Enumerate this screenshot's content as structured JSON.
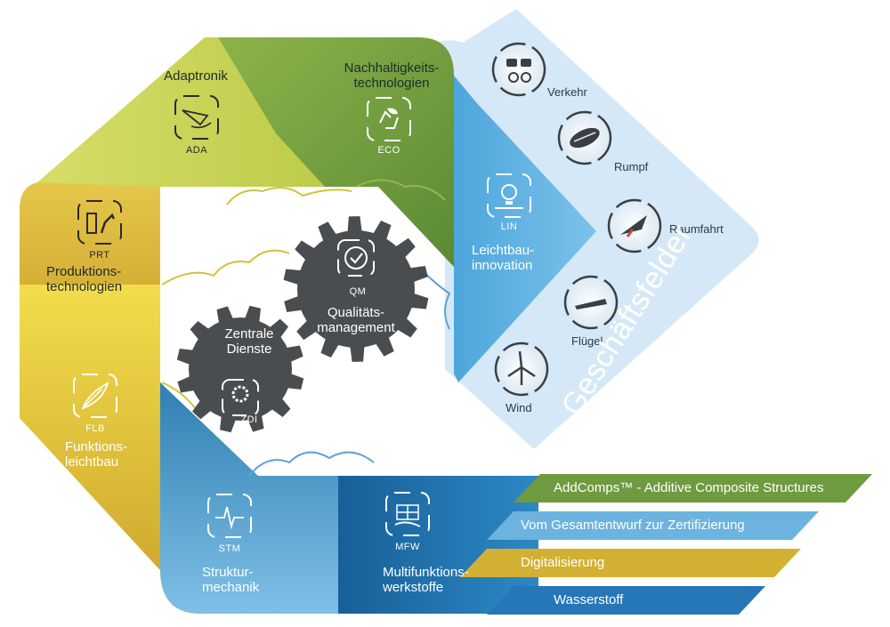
{
  "segments": {
    "ada": {
      "title": "Adaptronik",
      "code": "ADA",
      "icon": "wing-morphing-icon"
    },
    "eco": {
      "title_line1": "Nachhaltigkeits-",
      "title_line2": "technologien",
      "code": "ECO",
      "icon": "recycle-leaf-icon"
    },
    "prt": {
      "title_line1": "Produktions-",
      "title_line2": "technologien",
      "code": "PRT",
      "icon": "robot-arm-icon"
    },
    "flb": {
      "title_line1": "Funktions-",
      "title_line2": "leichtbau",
      "code": "FLB",
      "icon": "feather-icon"
    },
    "stm": {
      "title_line1": "Struktur-",
      "title_line2": "mechanik",
      "code": "STM",
      "icon": "signal-graph-icon"
    },
    "mfw": {
      "title_line1": "Multifunktions-",
      "title_line2": "werkstoffe",
      "code": "MFW",
      "icon": "material-hand-icon"
    },
    "lin": {
      "title_line1": "Leichtbau-",
      "title_line2": "innovation",
      "code": "LIN",
      "icon": "lightbulb-icon"
    }
  },
  "gears": {
    "qm": {
      "code": "QM",
      "title_line1": "Qualitäts-",
      "title_line2": "management",
      "icon": "quality-check-icon"
    },
    "zdi": {
      "title_line1": "Zentrale",
      "title_line2": "Dienste",
      "code": "ZDI",
      "icon": "service-gear-icon"
    }
  },
  "geschaeftsfelder": {
    "title": "Geschäftsfelder",
    "items": [
      {
        "label": "Verkehr",
        "icon": "transport-icon"
      },
      {
        "label": "Rumpf",
        "icon": "fuselage-icon"
      },
      {
        "label": "Raumfahrt",
        "icon": "rocket-icon"
      },
      {
        "label": "Flügel",
        "icon": "wing-icon"
      },
      {
        "label": "Wind",
        "icon": "wind-turbine-icon"
      }
    ]
  },
  "bands": [
    {
      "label": "AddComps™ - Additive Composite Structures",
      "color": "#6f9a3f"
    },
    {
      "label": "Vom Gesamtentwurf zur Zertifizierung",
      "color": "#6cb3df"
    },
    {
      "label": "Digitalisierung",
      "color": "#d2b032"
    },
    {
      "label": "Wasserstoff",
      "color": "#2677b8"
    }
  ],
  "colors": {
    "yellow_green": "#c3cf4c",
    "green": "#6f9a3f",
    "gold": "#d8b838",
    "light_blue": "#64b3e0",
    "dark_blue": "#1f6ea8",
    "pale_blue": "#d5e8f8",
    "gear_gray": "#4a4d50"
  }
}
